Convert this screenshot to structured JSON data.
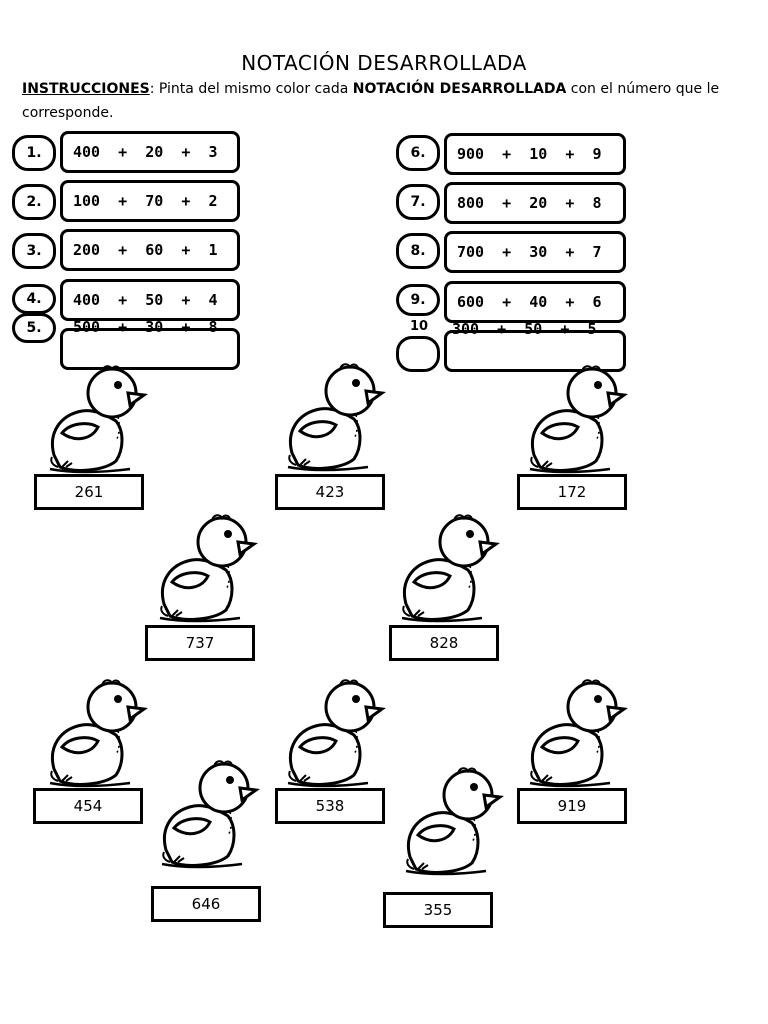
{
  "title": "NOTACIÓN DESARROLLADA",
  "instructions": {
    "label": "INSTRUCCIONES",
    "text_1": ": Pinta del mismo color cada ",
    "emphasis": "NOTACIÓN DESARROLLADA",
    "text_2": " con el número que le corresponde."
  },
  "left_items": [
    {
      "num": "1.",
      "expr": "400  +  20  +  3"
    },
    {
      "num": "2.",
      "expr": "100  +  70  +  2"
    },
    {
      "num": "3.",
      "expr": "200  +  60  +  1"
    },
    {
      "num": "4.",
      "expr": "400  +  50  +  4"
    },
    {
      "num": "5.",
      "expr": "500  +  30  +  8"
    }
  ],
  "right_items": [
    {
      "num": "6.",
      "expr": "900  +  10  +  9"
    },
    {
      "num": "7.",
      "expr": "800  +  20  +  8"
    },
    {
      "num": "8.",
      "expr": "700  +  30  +  7"
    },
    {
      "num": "9.",
      "expr": "600  +  40  +  6"
    },
    {
      "num": "10",
      "expr": "300  +  50  +  5"
    }
  ],
  "answers": [
    "261",
    "423",
    "172",
    "737",
    "828",
    "454",
    "538",
    "919",
    "646",
    "355"
  ],
  "icons": {
    "chick": "chick-icon"
  }
}
